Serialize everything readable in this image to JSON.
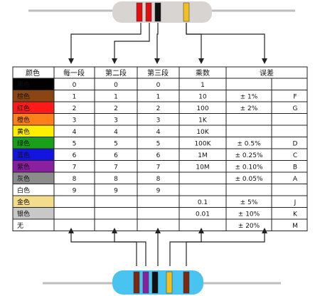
{
  "headers": [
    "颜色",
    "每一段",
    "第二段",
    "第三段",
    "乘数",
    "误差"
  ],
  "rows": [
    {
      "color": "黑色",
      "swatch": "#000000",
      "text_color": "#ffffff",
      "d1": "0",
      "d2": "0",
      "d3": "0",
      "mult": "1",
      "tol": "",
      "code": ""
    },
    {
      "color": "棕色",
      "swatch": "#8b4513",
      "text_color": "#ffffff",
      "d1": "1",
      "d2": "1",
      "d3": "1",
      "mult": "10",
      "tol": "± 1%",
      "code": "F"
    },
    {
      "color": "红色",
      "swatch": "#ff1a1a",
      "text_color": "#ffffff",
      "d1": "2",
      "d2": "2",
      "d3": "2",
      "mult": "100",
      "tol": "± 2%",
      "code": "G"
    },
    {
      "color": "橙色",
      "swatch": "#ff7f1a",
      "text_color": "#ffffff",
      "d1": "3",
      "d2": "3",
      "d3": "3",
      "mult": "1K",
      "tol": "",
      "code": ""
    },
    {
      "color": "黄色",
      "swatch": "#ffee00",
      "text_color": "#222222",
      "d1": "4",
      "d2": "4",
      "d3": "4",
      "mult": "10K",
      "tol": "",
      "code": ""
    },
    {
      "color": "绿色",
      "swatch": "#1a9f1a",
      "text_color": "#ffffff",
      "d1": "5",
      "d2": "5",
      "d3": "5",
      "mult": "100K",
      "tol": "± 0.5%",
      "code": "D"
    },
    {
      "color": "蓝色",
      "swatch": "#1414e0",
      "text_color": "#ffffff",
      "d1": "6",
      "d2": "6",
      "d3": "6",
      "mult": "1M",
      "tol": "± 0.25%",
      "code": "C"
    },
    {
      "color": "紫色",
      "swatch": "#8a1fa0",
      "text_color": "#ffffff",
      "d1": "7",
      "d2": "7",
      "d3": "7",
      "mult": "10M",
      "tol": "± 0.10%",
      "code": "B"
    },
    {
      "color": "灰色",
      "swatch": "#8c8c8c",
      "text_color": "#ffffff",
      "d1": "8",
      "d2": "8",
      "d3": "8",
      "mult": "",
      "tol": "± 0.05%",
      "code": "A"
    },
    {
      "color": "白色",
      "swatch": "#ffffff",
      "text_color": "#111111",
      "d1": "9",
      "d2": "9",
      "d3": "9",
      "mult": "",
      "tol": "",
      "code": ""
    },
    {
      "color": "金色",
      "swatch": "#f3dc8c",
      "text_color": "#333333",
      "d1": "",
      "d2": "",
      "d3": "",
      "mult": "0.1",
      "tol": "± 5%",
      "code": "J"
    },
    {
      "color": "银色",
      "swatch": "#c8c8c8",
      "text_color": "#ffffff",
      "d1": "",
      "d2": "",
      "d3": "",
      "mult": "0.01",
      "tol": "± 10%",
      "code": "K"
    },
    {
      "color": "无",
      "swatch": "#ffffff",
      "text_color": "#111111",
      "d1": "",
      "d2": "",
      "d3": "",
      "mult": "",
      "tol": "± 20%",
      "code": "M"
    }
  ],
  "top_resistor": {
    "body": "#d8d4d2",
    "bands": [
      "#e01010",
      "#e01010",
      "#111111",
      "#f0c020"
    ]
  },
  "bottom_resistor": {
    "body": "#49c4f0",
    "bands": [
      "#7a2a10",
      "#8a1fa0",
      "#111111",
      "#f0c020",
      "#7a2a10"
    ]
  },
  "colors": {
    "line": "#222222",
    "lead": "#bdbdbd"
  }
}
